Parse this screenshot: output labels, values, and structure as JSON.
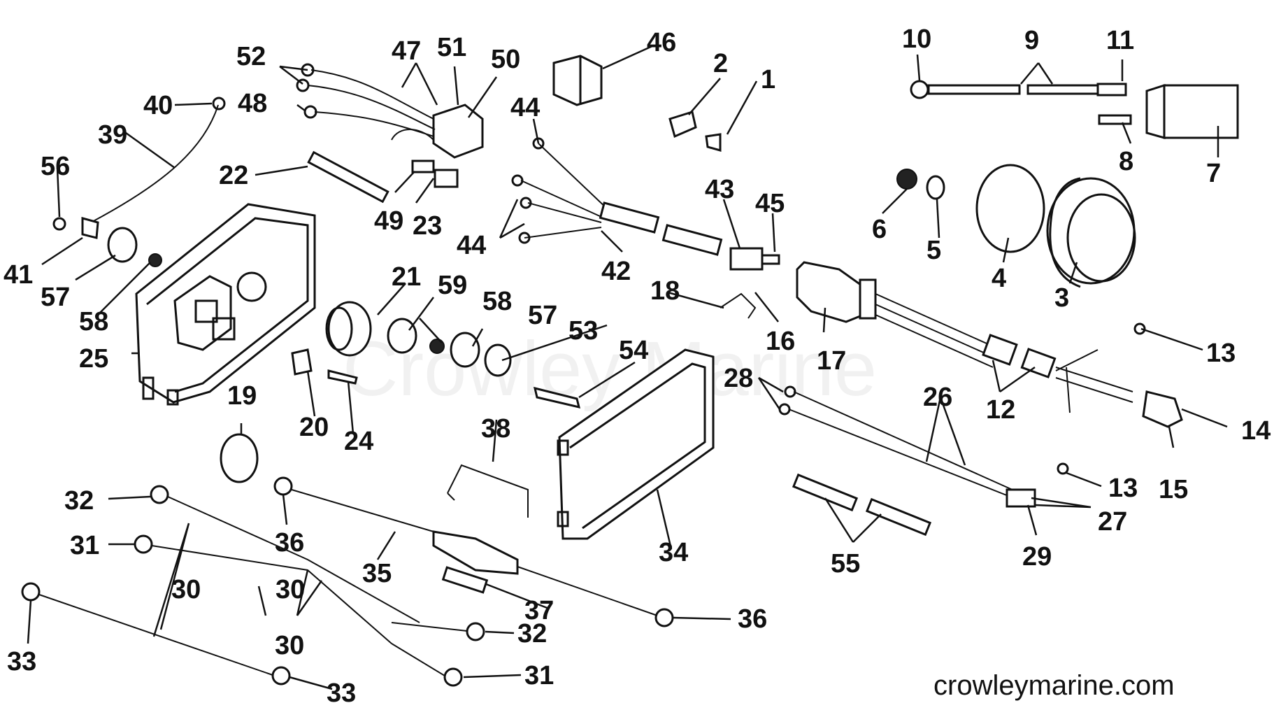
{
  "watermark": "Crowley Marine",
  "site": "crowleymarine.com",
  "labels": [
    "1",
    "2",
    "3",
    "4",
    "5",
    "6",
    "7",
    "8",
    "9",
    "10",
    "11",
    "12",
    "13",
    "13",
    "14",
    "15",
    "16",
    "17",
    "18",
    "19",
    "20",
    "21",
    "22",
    "23",
    "24",
    "25",
    "26",
    "27",
    "28",
    "29",
    "30",
    "30",
    "30",
    "31",
    "31",
    "32",
    "32",
    "33",
    "33",
    "34",
    "35",
    "36",
    "36",
    "37",
    "38",
    "39",
    "40",
    "41",
    "42",
    "43",
    "44",
    "44",
    "45",
    "46",
    "47",
    "48",
    "49",
    "50",
    "51",
    "52",
    "53",
    "54",
    "55",
    "56",
    "57",
    "57",
    "58",
    "58",
    "59"
  ]
}
